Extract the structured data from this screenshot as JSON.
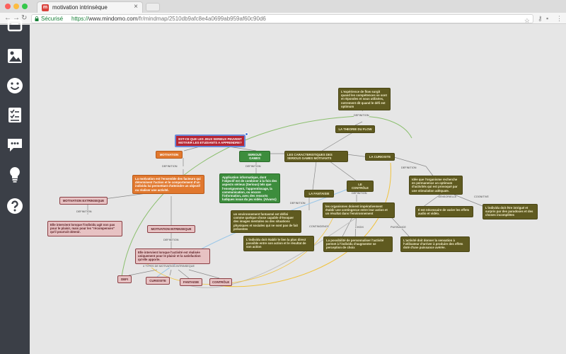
{
  "browser": {
    "tab_title": "motivation intrinsèque",
    "tab_favicon": "m",
    "secure_label": "Sécurisé",
    "url_protocol": "https://",
    "url_host": "www.mindomo.com",
    "url_path": "/fr/mindmap/2510db9afc8e4a0699ab959af60c90d6",
    "icons": [
      "back-icon",
      "forward-icon",
      "reload-icon",
      "lock-icon",
      "star-icon",
      "key-icon",
      "extension-icon",
      "menu-icon"
    ]
  },
  "sidebar": {
    "items": [
      {
        "name": "topic-icon"
      },
      {
        "name": "image-icon"
      },
      {
        "name": "emoji-icon"
      },
      {
        "name": "checklist-icon"
      },
      {
        "name": "comment-icon"
      },
      {
        "name": "idea-bulb-icon"
      },
      {
        "name": "help-icon"
      }
    ],
    "color": "#3b3f47"
  },
  "mindmap": {
    "root": "EST-CE QUE LES JEUX SERIEUX PEUVENT MOTIVER LES ETUDIANTS A APPRENDRE?",
    "motivation": "MOTIVATION",
    "serious_games": "SERIOUS GAMES",
    "serious_games_def": "Application informatique, dont l'objectif est de combiner à la fois des aspects sérieux (Serious) tels que l'enseignement, l'apprentissage, la communication, ou encore l'information, avec des ressorts ludiques issus du jeu vidéo. (Alvarez)",
    "caracteristiques": "LES CARACTERISTIQUES DES SERIOUS GAMES MOTIVANTS",
    "motivation_def": "La motivation est l'ensemble des facteurs qui déterminent l'action et le comportement d'un individu lui permettant d'atteindre un objectif ou réaliser une activité.",
    "flow_desc": "L'expérience de flow surgit quand les compétences se sont et répondes et sous utilisées, notrement dit quand le défi est optimum",
    "theorie_flow": "LA THEORIE DU FLOW",
    "curiosite_main": "LA CURIOSITE",
    "controle_main": "LE CONTRÔLE",
    "fantaisie_main": "LA FANTAISIE",
    "curiosite_desc": "Idée que l'organisme recherche en permanence un optimum d'activités qui est provoqué par une stimulation adéquate.",
    "sensorielle_desc": "Il est nécessaire de varier les effets audio et vidéo.",
    "cognitive_desc": "L'individu doit être intrigué et surpris par des paradoxes et des choses incomplètes",
    "controle_desc": "les organismes doivent impérativement établir une contingence entre leur action et un résultat dans l'environnement",
    "fantaisie_desc": "un environnement fantasmé est défini comme quelque chose capable d'évoquer des images mentales ou des situations physiques et sociales qui ne sont pas de fait présentes",
    "contingence_desc": "L'individu doit établir le lien la plus direct possible entre son action et le résultat de son action",
    "choix_desc": "La possibilité de personnaliser l'activité permet à l'individu d'augmenter se perception de choix",
    "puissance_desc": "L'activité doit donner la sensation à l'utilisateur d'arriver à produire des effets doté d'une puissance avérée.",
    "extrinseque": "MOTIVATION EXTRINSEQUE",
    "extrinseque_def": "Elle intervient lorsque l'individu agit non pas pour le plaisir, mais pour les \"récompenses\" qu'il pourrait obtenir.",
    "intrinseque": "MOTIVATION INTRINSEQUE",
    "intrinseque_def": "Elle intervient lorsque l'activité est réalisée uniquement pour le plaisir et la satisfaction qu'elle apporte.",
    "defi": "DEFI",
    "curiosite": "CURIOSITE",
    "fantaisie": "FANTAISIE",
    "controle": "CONTRÔLE",
    "labels": {
      "definition": "DEFINITION",
      "sensorielle": "SENSORIELLE",
      "cognitive": "COGNITIVE",
      "contingence": "CONTINGENCE",
      "choix": "CHOIX",
      "puissance": "PUISSANCE",
      "types": "4 TYPES DE MOTIVATION INTRINSEQUE"
    },
    "colors": {
      "olive": "#5f5a20",
      "orange": "#e1782e",
      "green": "#3d8d3d",
      "red": "#b62432",
      "pink": "#e7c2c3"
    }
  }
}
